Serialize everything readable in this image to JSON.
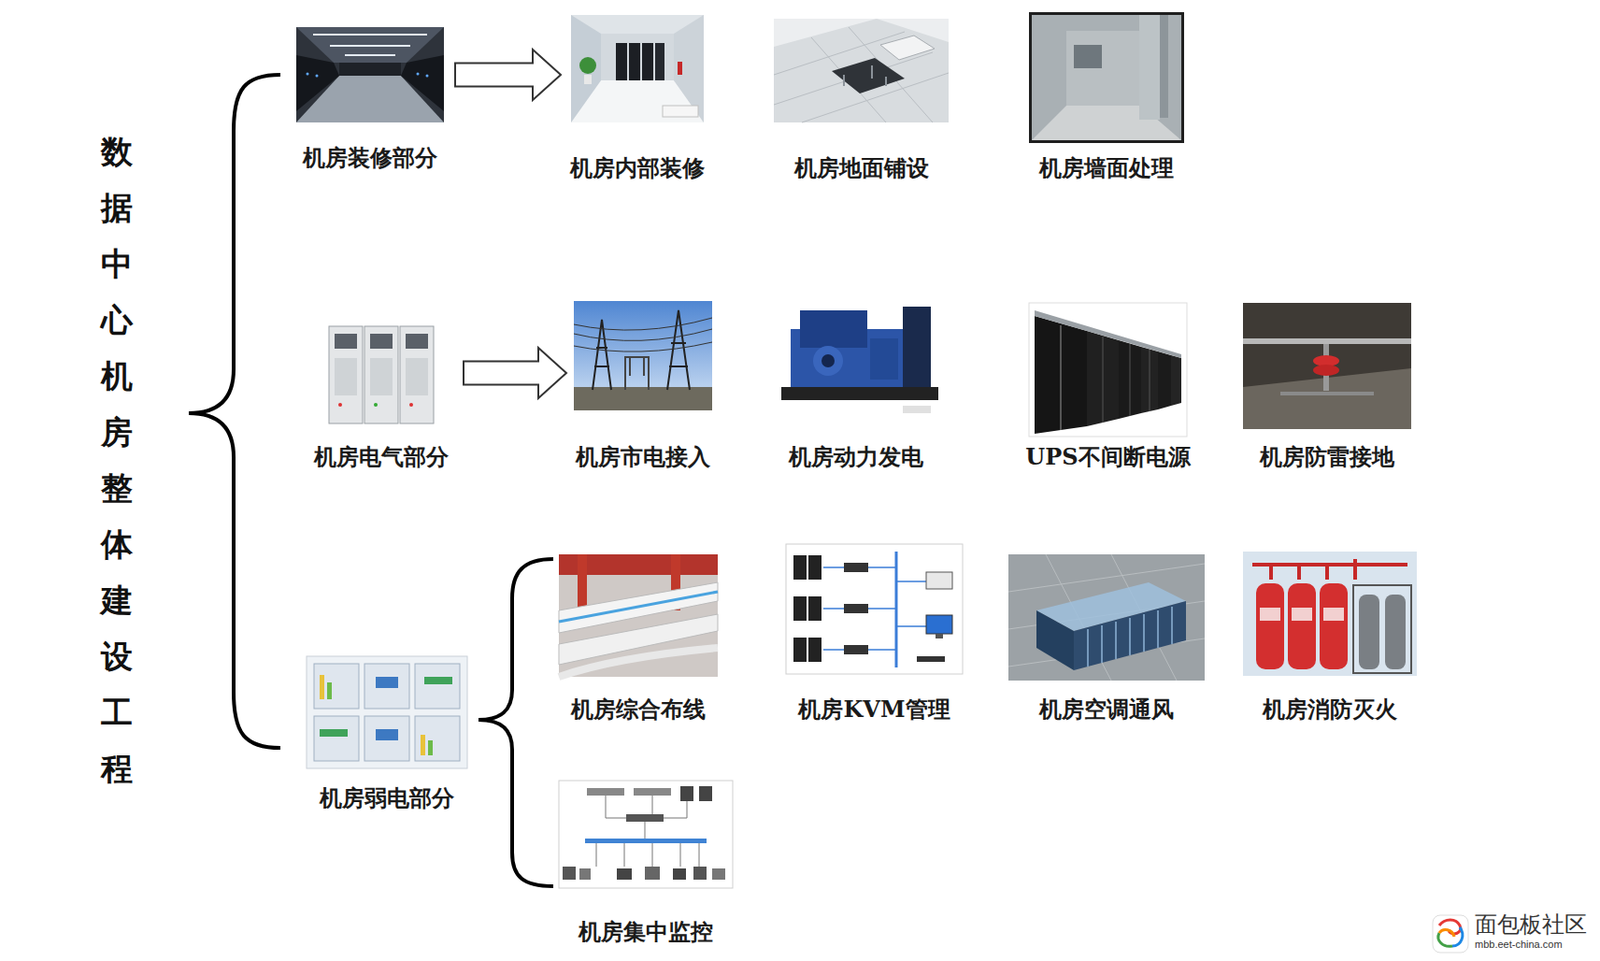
{
  "diagram": {
    "title": "数据中心机房整体建设工程",
    "nodes": [
      {
        "text": [
          "机房装修部分"
        ]
      },
      {
        "text": [
          "机房内部装修"
        ]
      },
      {
        "text": [
          "机房地面铺设"
        ]
      },
      {
        "text": [
          "机房墙面处理"
        ]
      },
      {
        "text": [
          "机房电气部分"
        ]
      },
      {
        "text": [
          "机房市电接入"
        ]
      },
      {
        "text": [
          "机房动力发电"
        ]
      },
      {
        "text": [
          "UPS不间断电源"
        ]
      },
      {
        "text": [
          "机房防雷接地"
        ]
      },
      {
        "text": [
          "机房弱电部分"
        ]
      },
      {
        "text": [
          "机房综合布线"
        ]
      },
      {
        "text": [
          "机房KVM管理"
        ]
      },
      {
        "text": [
          "机房空调通风"
        ]
      },
      {
        "text": [
          "机房消防灭火"
        ]
      },
      {
        "text": [
          "机房集中监控"
        ]
      }
    ],
    "edges": [
      {
        "from": 0,
        "to": 1,
        "arrow": "to"
      },
      {
        "from": 4,
        "to": 5,
        "arrow": "to"
      }
    ],
    "labels": [
      "面包板社区",
      "mbb.eet-china.com"
    ]
  }
}
